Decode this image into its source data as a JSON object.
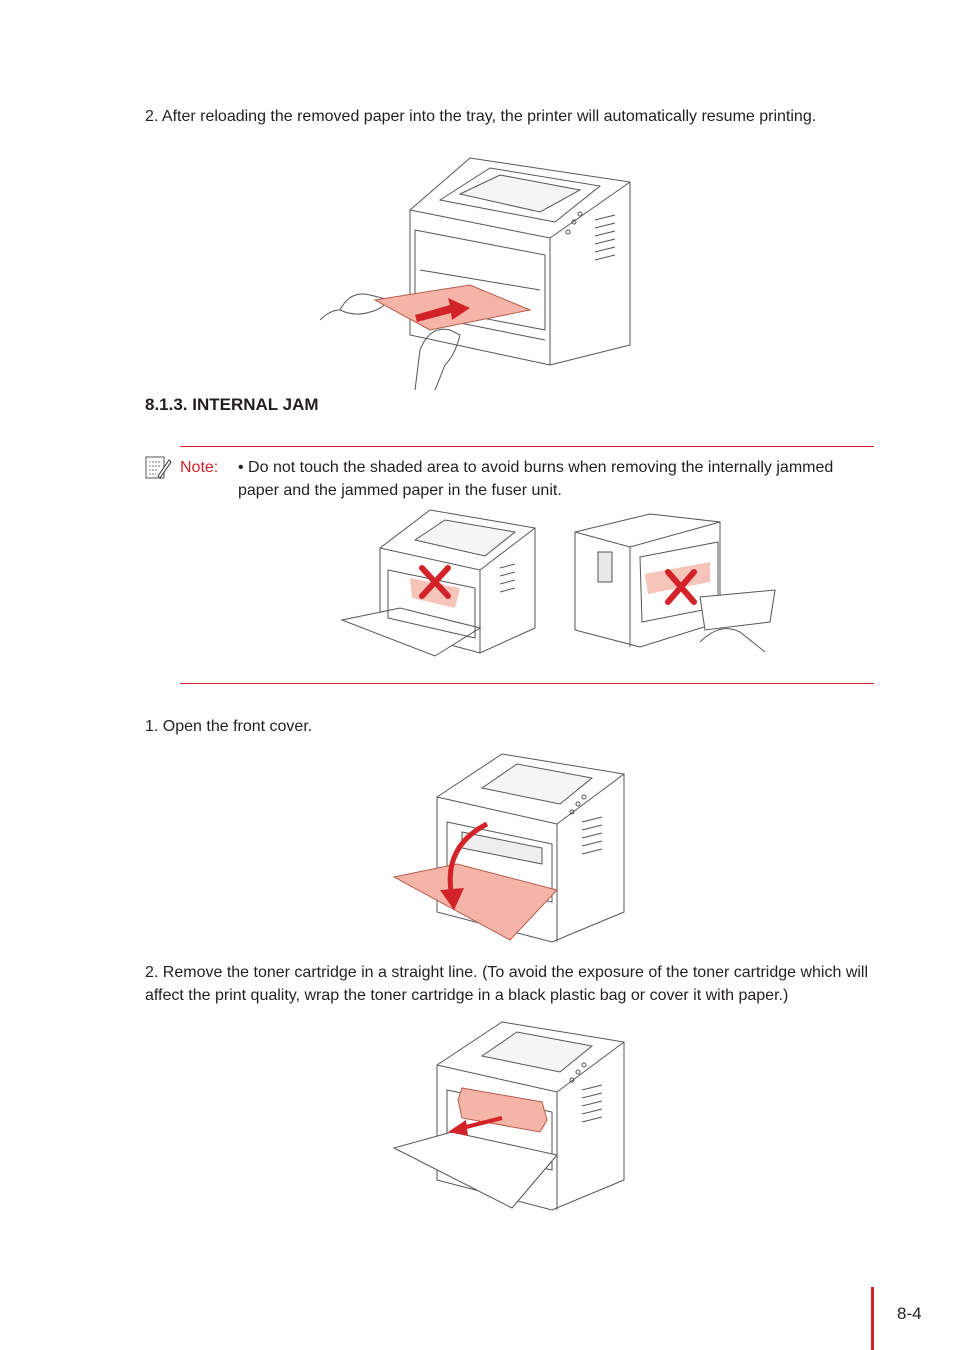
{
  "steps_before": {
    "step2": "2. After reloading the removed paper into the tray, the printer will automatically resume printing."
  },
  "section": {
    "heading": "8.1.3. INTERNAL JAM"
  },
  "note": {
    "label": "Note:",
    "text": "• Do not touch the shaded area to avoid burns when removing the internally jammed paper and the jammed paper in the fuser unit."
  },
  "steps": {
    "step1": "1. Open the front cover.",
    "step2": "2. Remove the toner cartridge in a straight line. (To avoid the exposure of the toner cartridge which will affect the print quality, wrap the toner cartridge in a black plastic bag or cover it with paper.)"
  },
  "footer": {
    "page_number": "8-4"
  },
  "colors": {
    "accent": "#d2232a",
    "highlight_fill": "#f4b5a8"
  }
}
